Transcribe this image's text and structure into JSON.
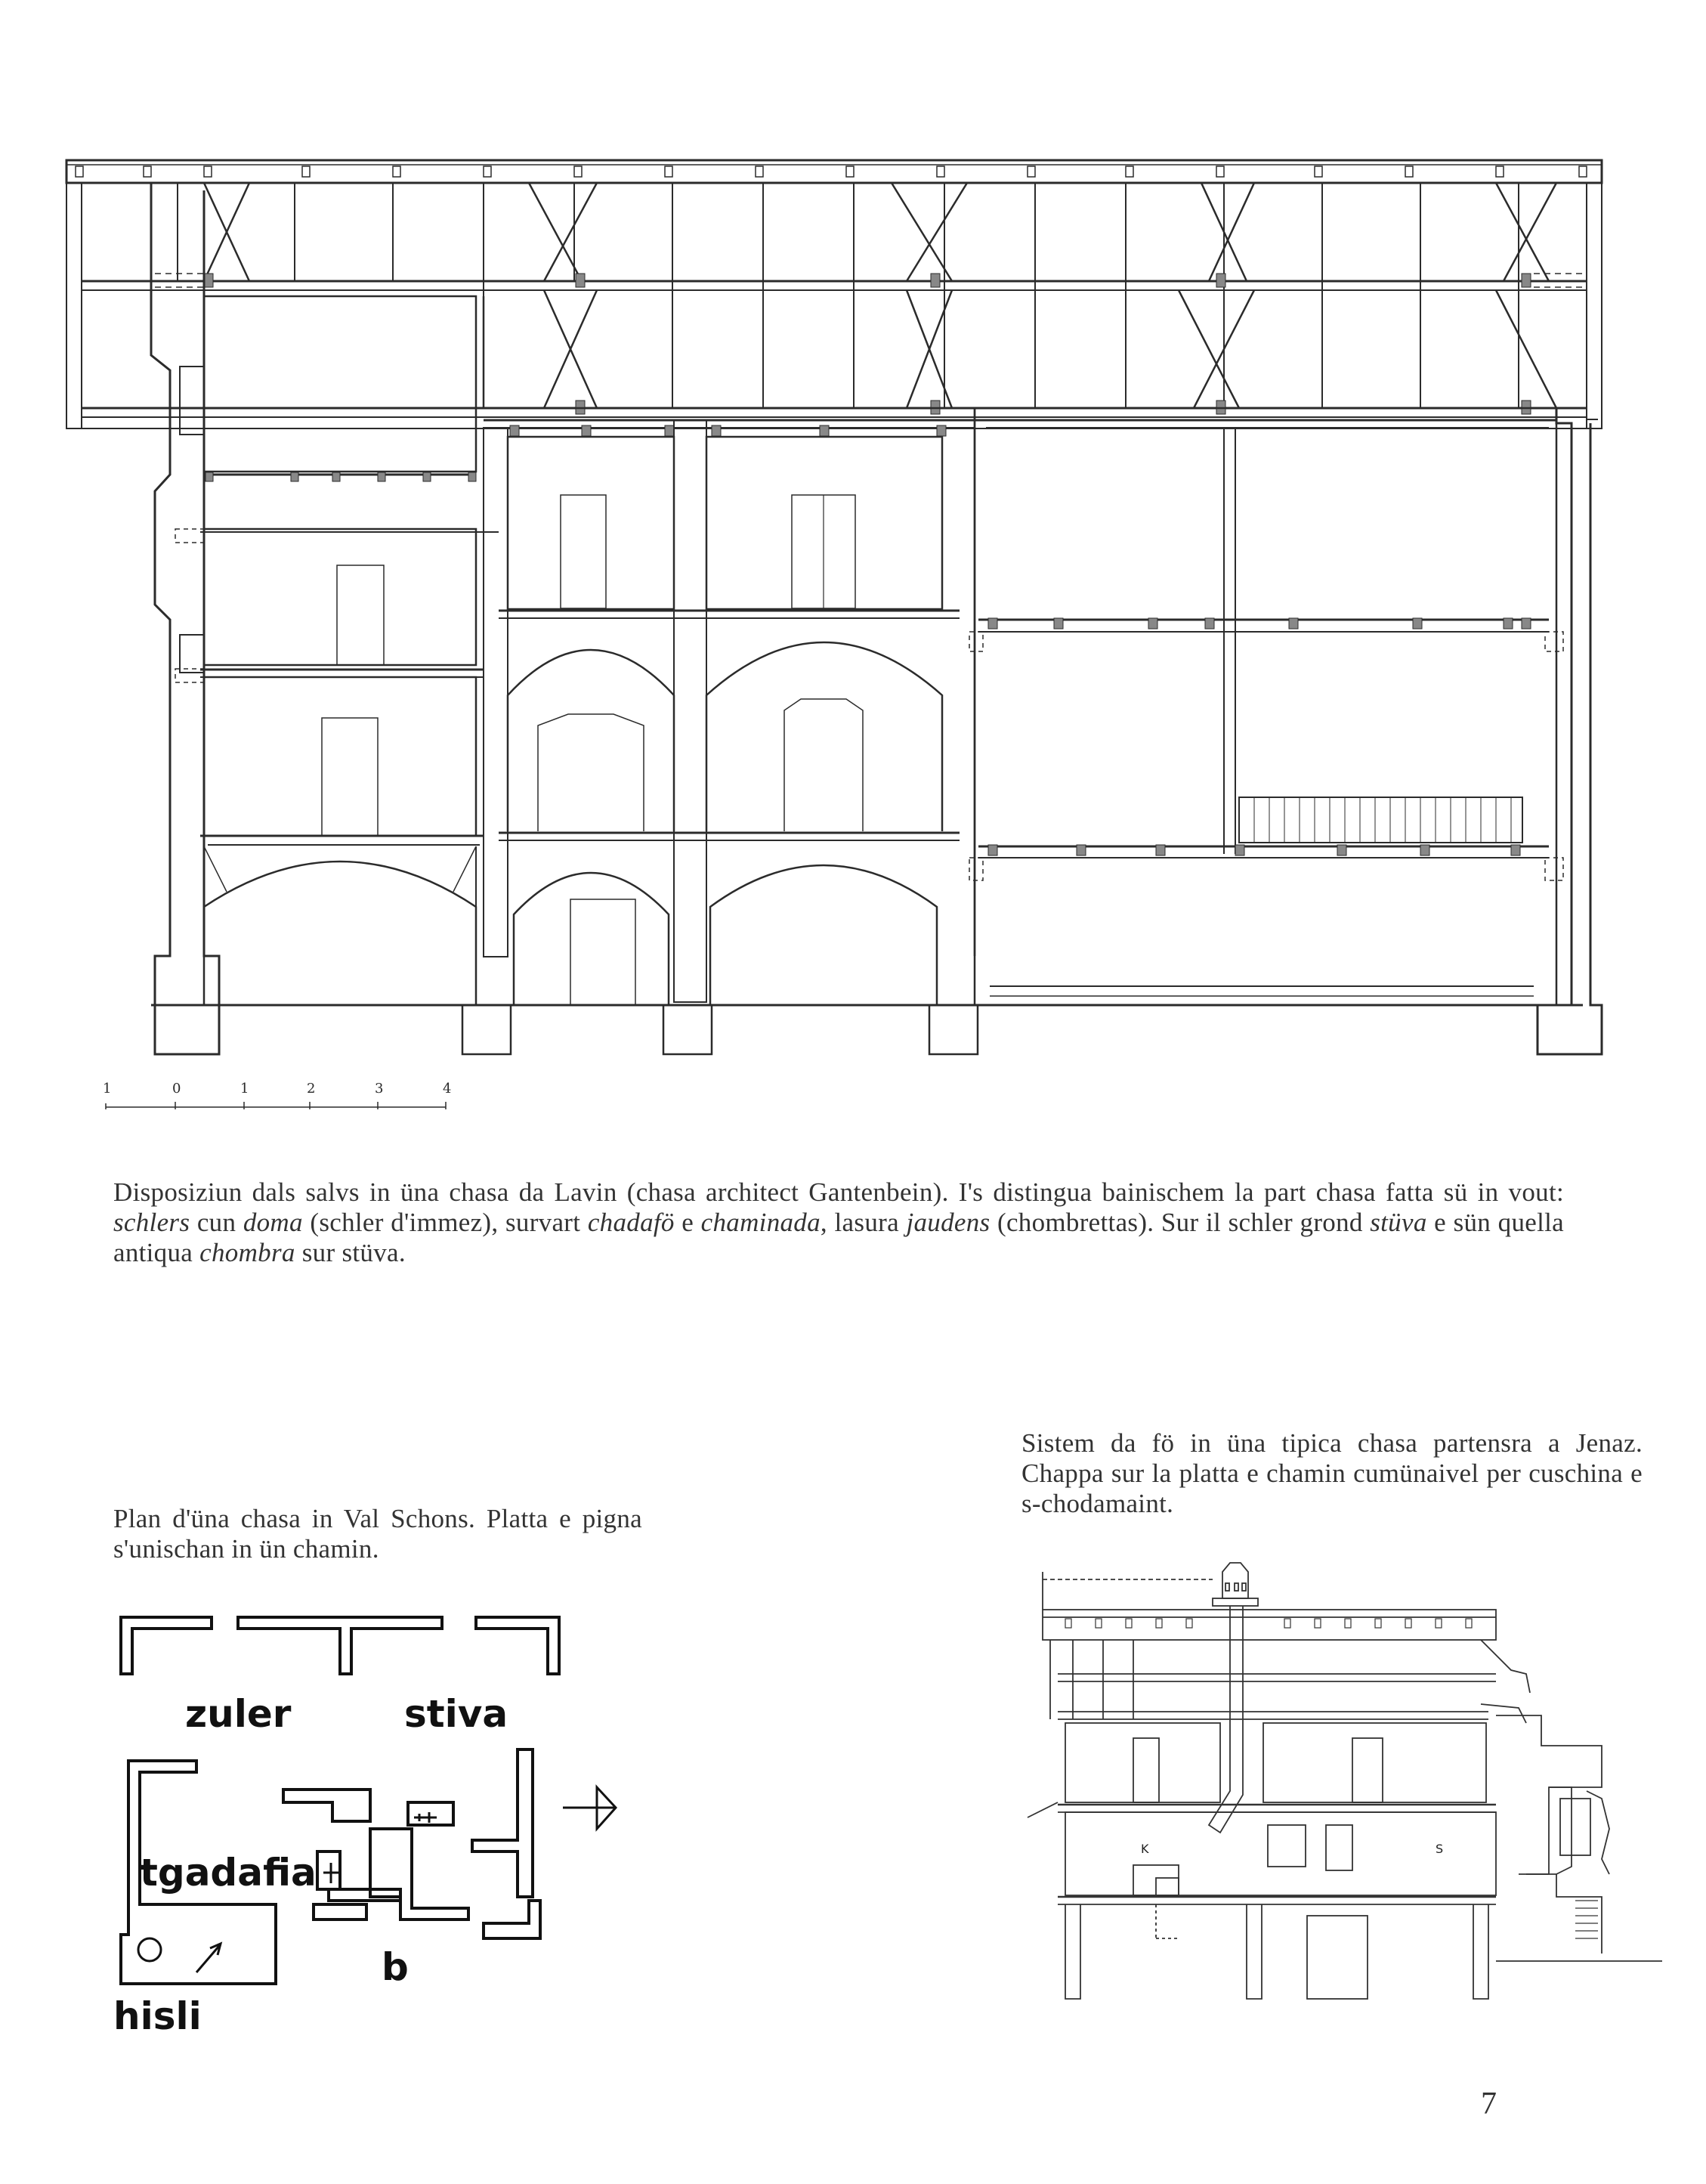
{
  "caption_main": {
    "segments": [
      {
        "t": "Disposiziun dals salvs in üna chasa da Lavin (chasa architect Gantenbein). I's distingua bainischem la part chasa fatta sü in vout: "
      },
      {
        "t": "schlers",
        "i": true
      },
      {
        "t": " cun "
      },
      {
        "t": "doma",
        "i": true
      },
      {
        "t": " (schler d'immez), survart "
      },
      {
        "t": "chadafö",
        "i": true
      },
      {
        "t": " e "
      },
      {
        "t": "chaminada",
        "i": true
      },
      {
        "t": ", lasura "
      },
      {
        "t": "jaudens",
        "i": true
      },
      {
        "t": " (chombrettas). Sur il schler grond "
      },
      {
        "t": "stüva",
        "i": true
      },
      {
        "t": " e sün quella antiqua "
      },
      {
        "t": "chombra",
        "i": true
      },
      {
        "t": " sur stüva."
      }
    ]
  },
  "caption_plan": "Plan d'üna chasa in Val Schons. Platta e pigna s'unischan in ün chamin.",
  "caption_fire": "Sistem da fö in üna tipica chasa partensra a Jenaz. Chappa sur la platta e chamin cumünaivel per cuschina e s-chodamaint.",
  "plan_labels": {
    "zuler": "zuler",
    "stiva": "stiva",
    "tgadafia": "tgadafia",
    "hisli": "hisli",
    "b": "b"
  },
  "section_labels": {
    "k": "K",
    "s": "S"
  },
  "scale_ticks": [
    "1",
    "0",
    "1",
    "2",
    "3",
    "4"
  ],
  "page_number": "7"
}
